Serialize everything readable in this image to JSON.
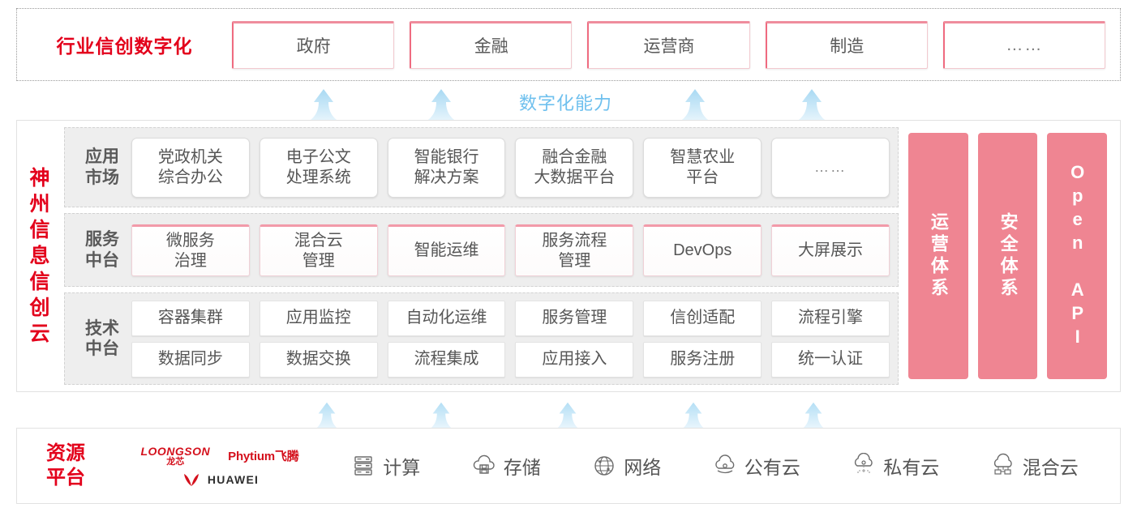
{
  "industry": {
    "title": "行业信创数字化",
    "cards": [
      {
        "label": "政府"
      },
      {
        "label": "金融"
      },
      {
        "label": "运营商"
      },
      {
        "label": "制造"
      },
      {
        "label": "……"
      }
    ]
  },
  "capability": {
    "label": "数字化能力",
    "color": "#6fc0ee",
    "upper_arrow_count": 4,
    "lower_arrow_count": 5
  },
  "cloud": {
    "title": "神州信息信创云",
    "title_chars": [
      "神",
      "州",
      "信",
      "息",
      "信",
      "创",
      "云"
    ],
    "rows": [
      {
        "key": "apps",
        "label_lines": [
          "应用",
          "市场"
        ],
        "items": [
          {
            "lines": [
              "党政机关",
              "综合办公"
            ]
          },
          {
            "lines": [
              "电子公文",
              "处理系统"
            ]
          },
          {
            "lines": [
              "智能银行",
              "解决方案"
            ]
          },
          {
            "lines": [
              "融合金融",
              "大数据平台"
            ]
          },
          {
            "lines": [
              "智慧农业",
              "平台"
            ]
          },
          {
            "lines": [
              "……"
            ],
            "dots": true
          }
        ]
      },
      {
        "key": "svc",
        "label_lines": [
          "服务",
          "中台"
        ],
        "items": [
          {
            "lines": [
              "微服务",
              "治理"
            ]
          },
          {
            "lines": [
              "混合云",
              "管理"
            ]
          },
          {
            "lines": [
              "智能运维"
            ]
          },
          {
            "lines": [
              "服务流程",
              "管理"
            ]
          },
          {
            "lines": [
              "DevOps"
            ]
          },
          {
            "lines": [
              "大屏展示"
            ]
          }
        ]
      },
      {
        "key": "tech",
        "label_lines": [
          "技术",
          "中台"
        ],
        "sub_rows": [
          [
            "容器集群",
            "应用监控",
            "自动化运维",
            "服务管理",
            "信创适配",
            "流程引擎"
          ],
          [
            "数据同步",
            "数据交换",
            "流程集成",
            "应用接入",
            "服务注册",
            "统一认证"
          ]
        ]
      }
    ],
    "pillars": [
      {
        "text": "运营体系",
        "kind": "cn"
      },
      {
        "text": "安全体系",
        "kind": "cn"
      },
      {
        "text": "Open API",
        "kind": "en"
      }
    ],
    "pillar_color": "#ef8592"
  },
  "resource": {
    "title_lines": [
      "资源",
      "平台"
    ],
    "logos": [
      {
        "name": "loongson",
        "en": "LOONGSON",
        "cn": "龙芯"
      },
      {
        "name": "phytium",
        "text": "Phytium飞腾"
      },
      {
        "name": "huawei",
        "text": "HUAWEI"
      }
    ],
    "items": [
      {
        "label": "计算",
        "icon": "server-icon"
      },
      {
        "label": "存储",
        "icon": "cloud-storage-icon"
      },
      {
        "label": "网络",
        "icon": "network-icon"
      },
      {
        "label": "公有云",
        "icon": "public-cloud-icon"
      },
      {
        "label": "私有云",
        "icon": "private-cloud-icon"
      },
      {
        "label": "混合云",
        "icon": "hybrid-cloud-icon"
      }
    ]
  },
  "colors": {
    "brand_red": "#e3001b",
    "accent_pink": "#ef8592",
    "capability_blue": "#6fc0ee",
    "panel_gray": "#eeeeee"
  }
}
